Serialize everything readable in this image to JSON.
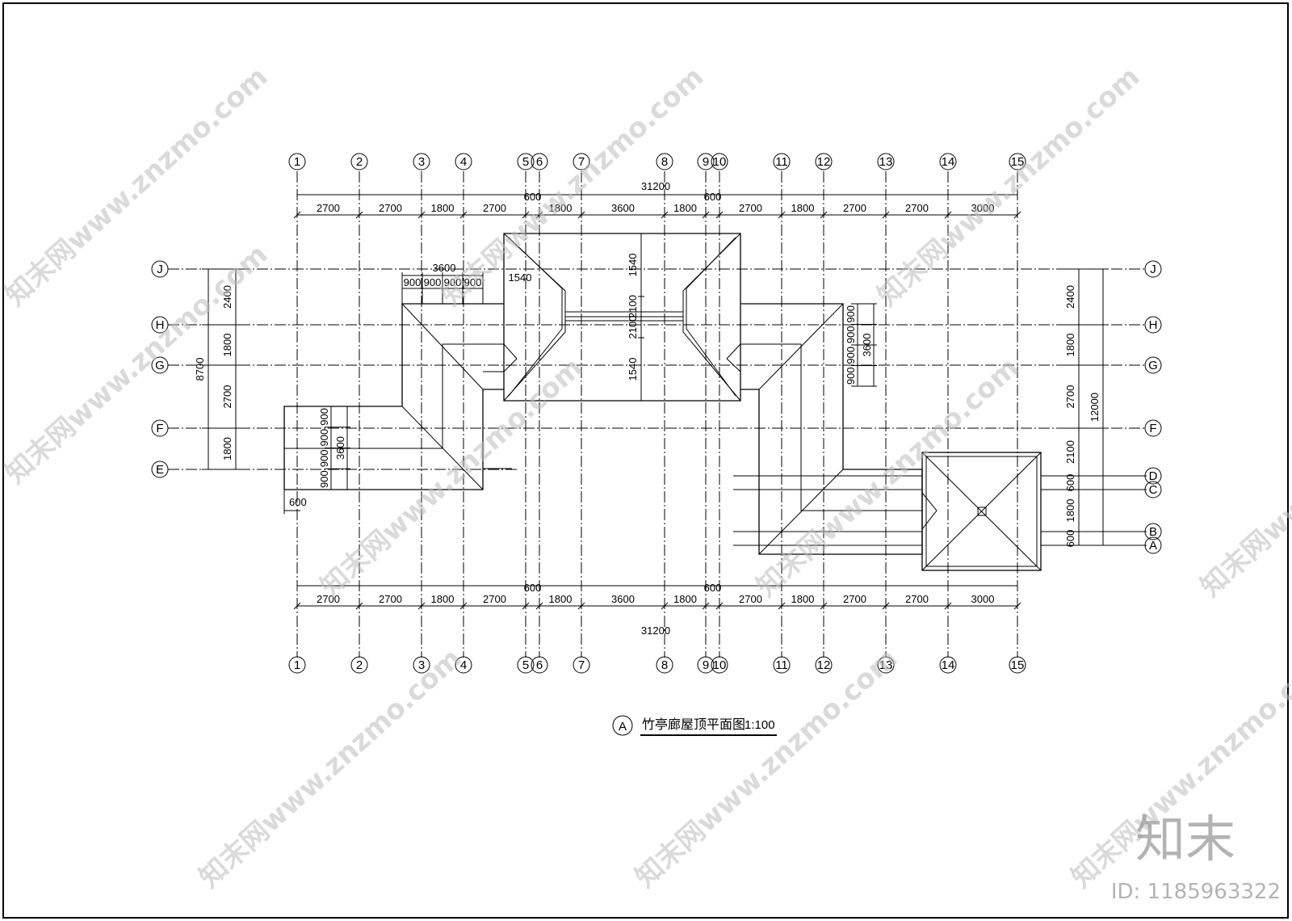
{
  "drawing": {
    "title": "竹亭廊屋顶平面图",
    "scale": "1:100",
    "detail_marker": "A"
  },
  "grid": {
    "columns": [
      "1",
      "2",
      "3",
      "4",
      "5",
      "6",
      "7",
      "8",
      "9",
      "10",
      "11",
      "12",
      "13",
      "14",
      "15"
    ],
    "rows": [
      "J",
      "H",
      "G",
      "F",
      "E",
      "D",
      "C",
      "B",
      "A"
    ]
  },
  "dimensions": {
    "total_width": "31200",
    "spans": [
      "2700",
      "2700",
      "1800",
      "2700",
      "600",
      "1800",
      "3600",
      "1800",
      "600",
      "2700",
      "1800",
      "2700",
      "2700",
      "3000"
    ],
    "left_total": "8700",
    "left_spans": [
      "2400",
      "1800",
      "2700",
      "1800"
    ],
    "right_total": "12000",
    "right_spans": [
      "2400",
      "1800",
      "2700",
      "2100",
      "600",
      "1800",
      "600"
    ],
    "center_spans": [
      "1540",
      "2100",
      "2100",
      "1540"
    ],
    "side_label": "1540",
    "segment_total": "3600",
    "segment_unit": "900",
    "offset_600": "600"
  },
  "watermark": {
    "text": "知末网www.znzmo.com",
    "brand": "知末",
    "id": "ID: 1185963322"
  }
}
